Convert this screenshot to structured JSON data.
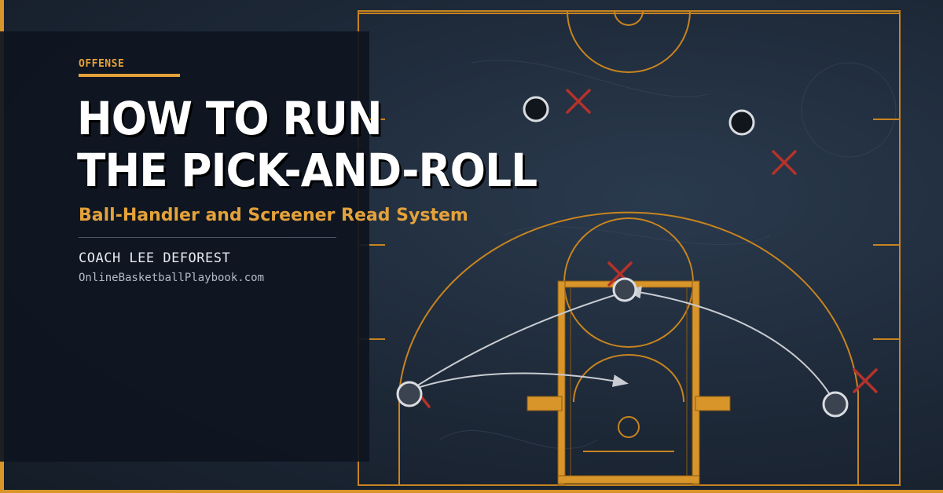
{
  "colors": {
    "accent": "#e4a23a",
    "court_line": "#c8841f",
    "lane_fill": "#d8952a",
    "defender": "#b5322a",
    "player_ring": "#d9dde2",
    "path": "#c9ccd2"
  },
  "header": {
    "eyebrow": "OFFENSE",
    "title_line1": "HOW TO RUN",
    "title_line2": "THE PICK-AND-ROLL",
    "subtitle": "Ball-Handler and Screener Read System"
  },
  "byline": {
    "author": "COACH LEE DEFOREST",
    "site": "OnlineBasketballPlaybook.com"
  },
  "diagram": {
    "offense_count": 5,
    "defense_count": 5,
    "offense_marker": "circle-icon",
    "defense_marker": "x-icon",
    "action_arrows": 3
  }
}
